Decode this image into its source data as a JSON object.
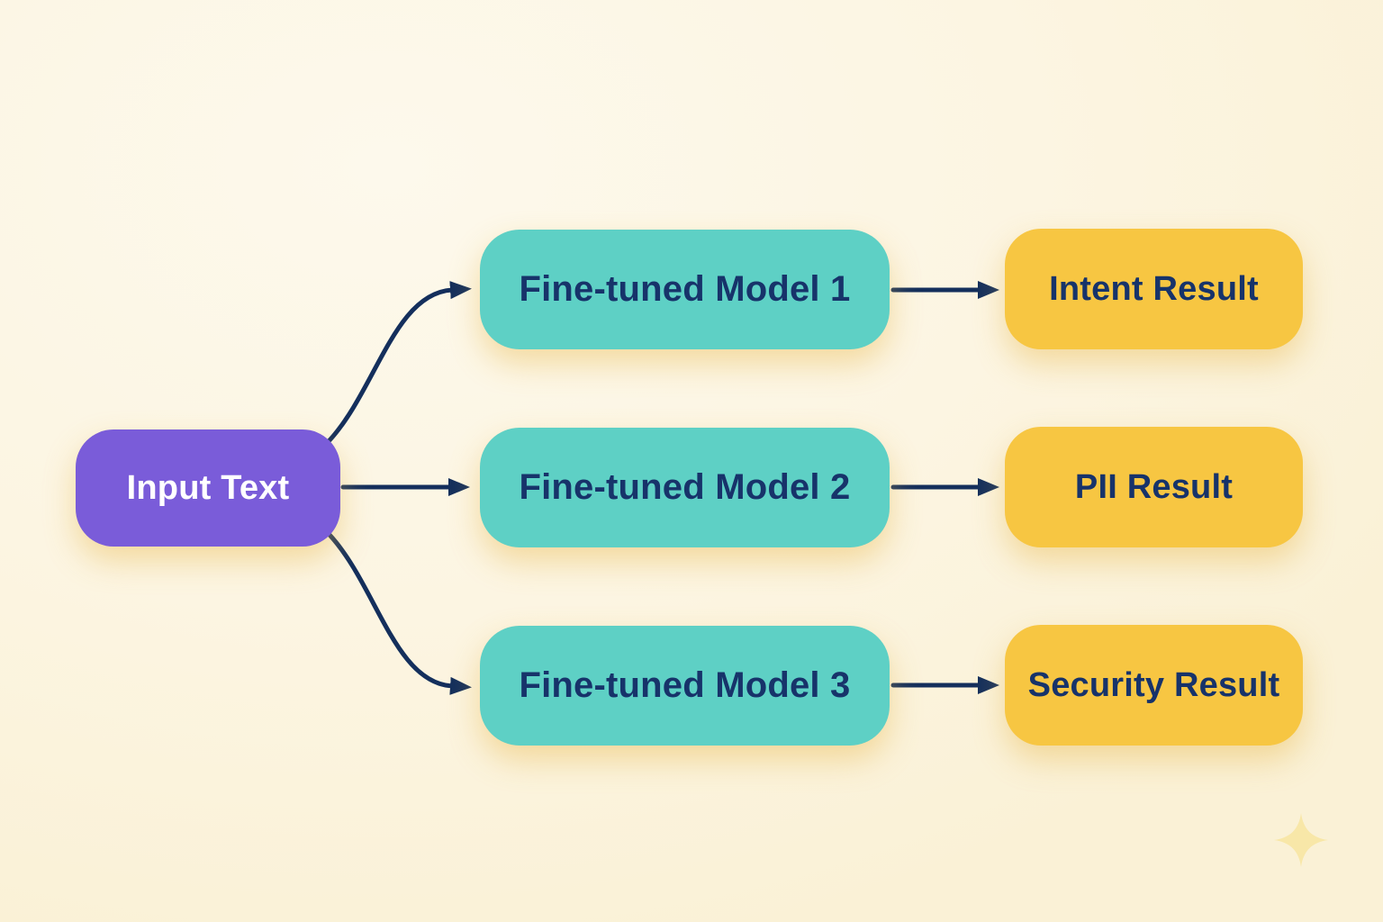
{
  "diagram": {
    "nodes": {
      "input": {
        "label": "Input Text",
        "role": "source"
      },
      "model1": {
        "label": "Fine-tuned Model 1",
        "role": "processor"
      },
      "model2": {
        "label": "Fine-tuned Model 2",
        "role": "processor"
      },
      "model3": {
        "label": "Fine-tuned Model 3",
        "role": "processor"
      },
      "result1": {
        "label": "Intent Result",
        "role": "output"
      },
      "result2": {
        "label": "PII Result",
        "role": "output"
      },
      "result3": {
        "label": "Security Result",
        "role": "output"
      }
    },
    "edges": [
      {
        "from": "input",
        "to": "model1"
      },
      {
        "from": "input",
        "to": "model2"
      },
      {
        "from": "input",
        "to": "model3"
      },
      {
        "from": "model1",
        "to": "result1"
      },
      {
        "from": "model2",
        "to": "result2"
      },
      {
        "from": "model3",
        "to": "result3"
      }
    ]
  },
  "icons": {
    "sparkle": "four-point-star"
  },
  "colors": {
    "bg-light": "#fdf9ec",
    "bg-mid": "#fcf5e2",
    "bg-deep": "#faf1d6",
    "input-bg": "#7a5cd9",
    "input-text": "#ffffff",
    "model-bg": "#5ed0c5",
    "result-bg": "#f7c642",
    "node-text": "#17336a",
    "edge-color": "#142f5c",
    "sparkle-color": "#f8e7a8"
  }
}
